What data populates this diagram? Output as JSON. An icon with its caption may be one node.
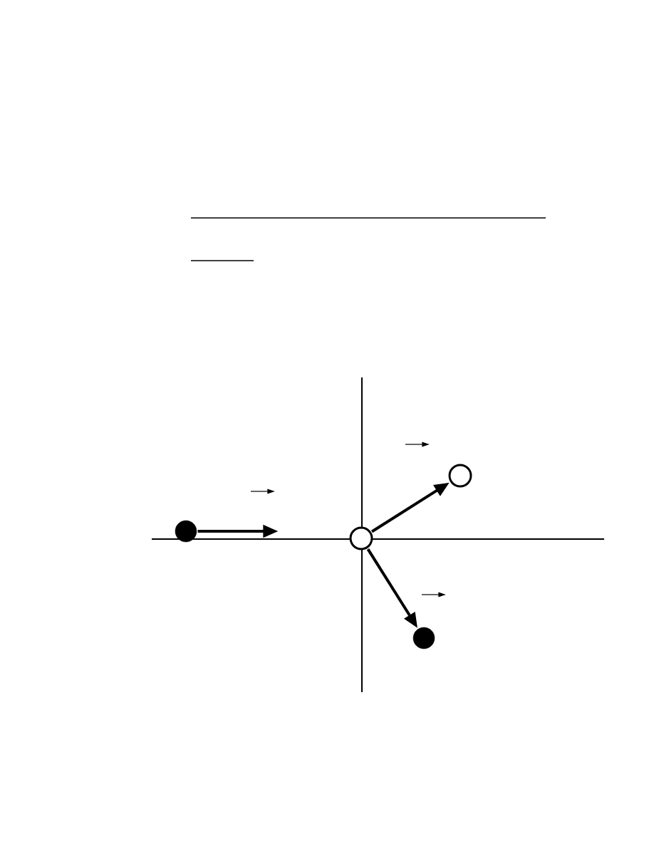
{
  "diagram": {
    "nodes": [
      {
        "text": [],
        "shape": "dot"
      },
      {
        "text": [],
        "shape": "circle"
      },
      {
        "text": [],
        "shape": "circle"
      },
      {
        "text": [],
        "shape": "dot"
      }
    ],
    "edges": [
      {
        "from": 0,
        "to": null,
        "arrow": "to"
      },
      {
        "from": 1,
        "to": 2,
        "arrow": "to"
      },
      {
        "from": 1,
        "to": 3,
        "arrow": "to"
      }
    ]
  }
}
